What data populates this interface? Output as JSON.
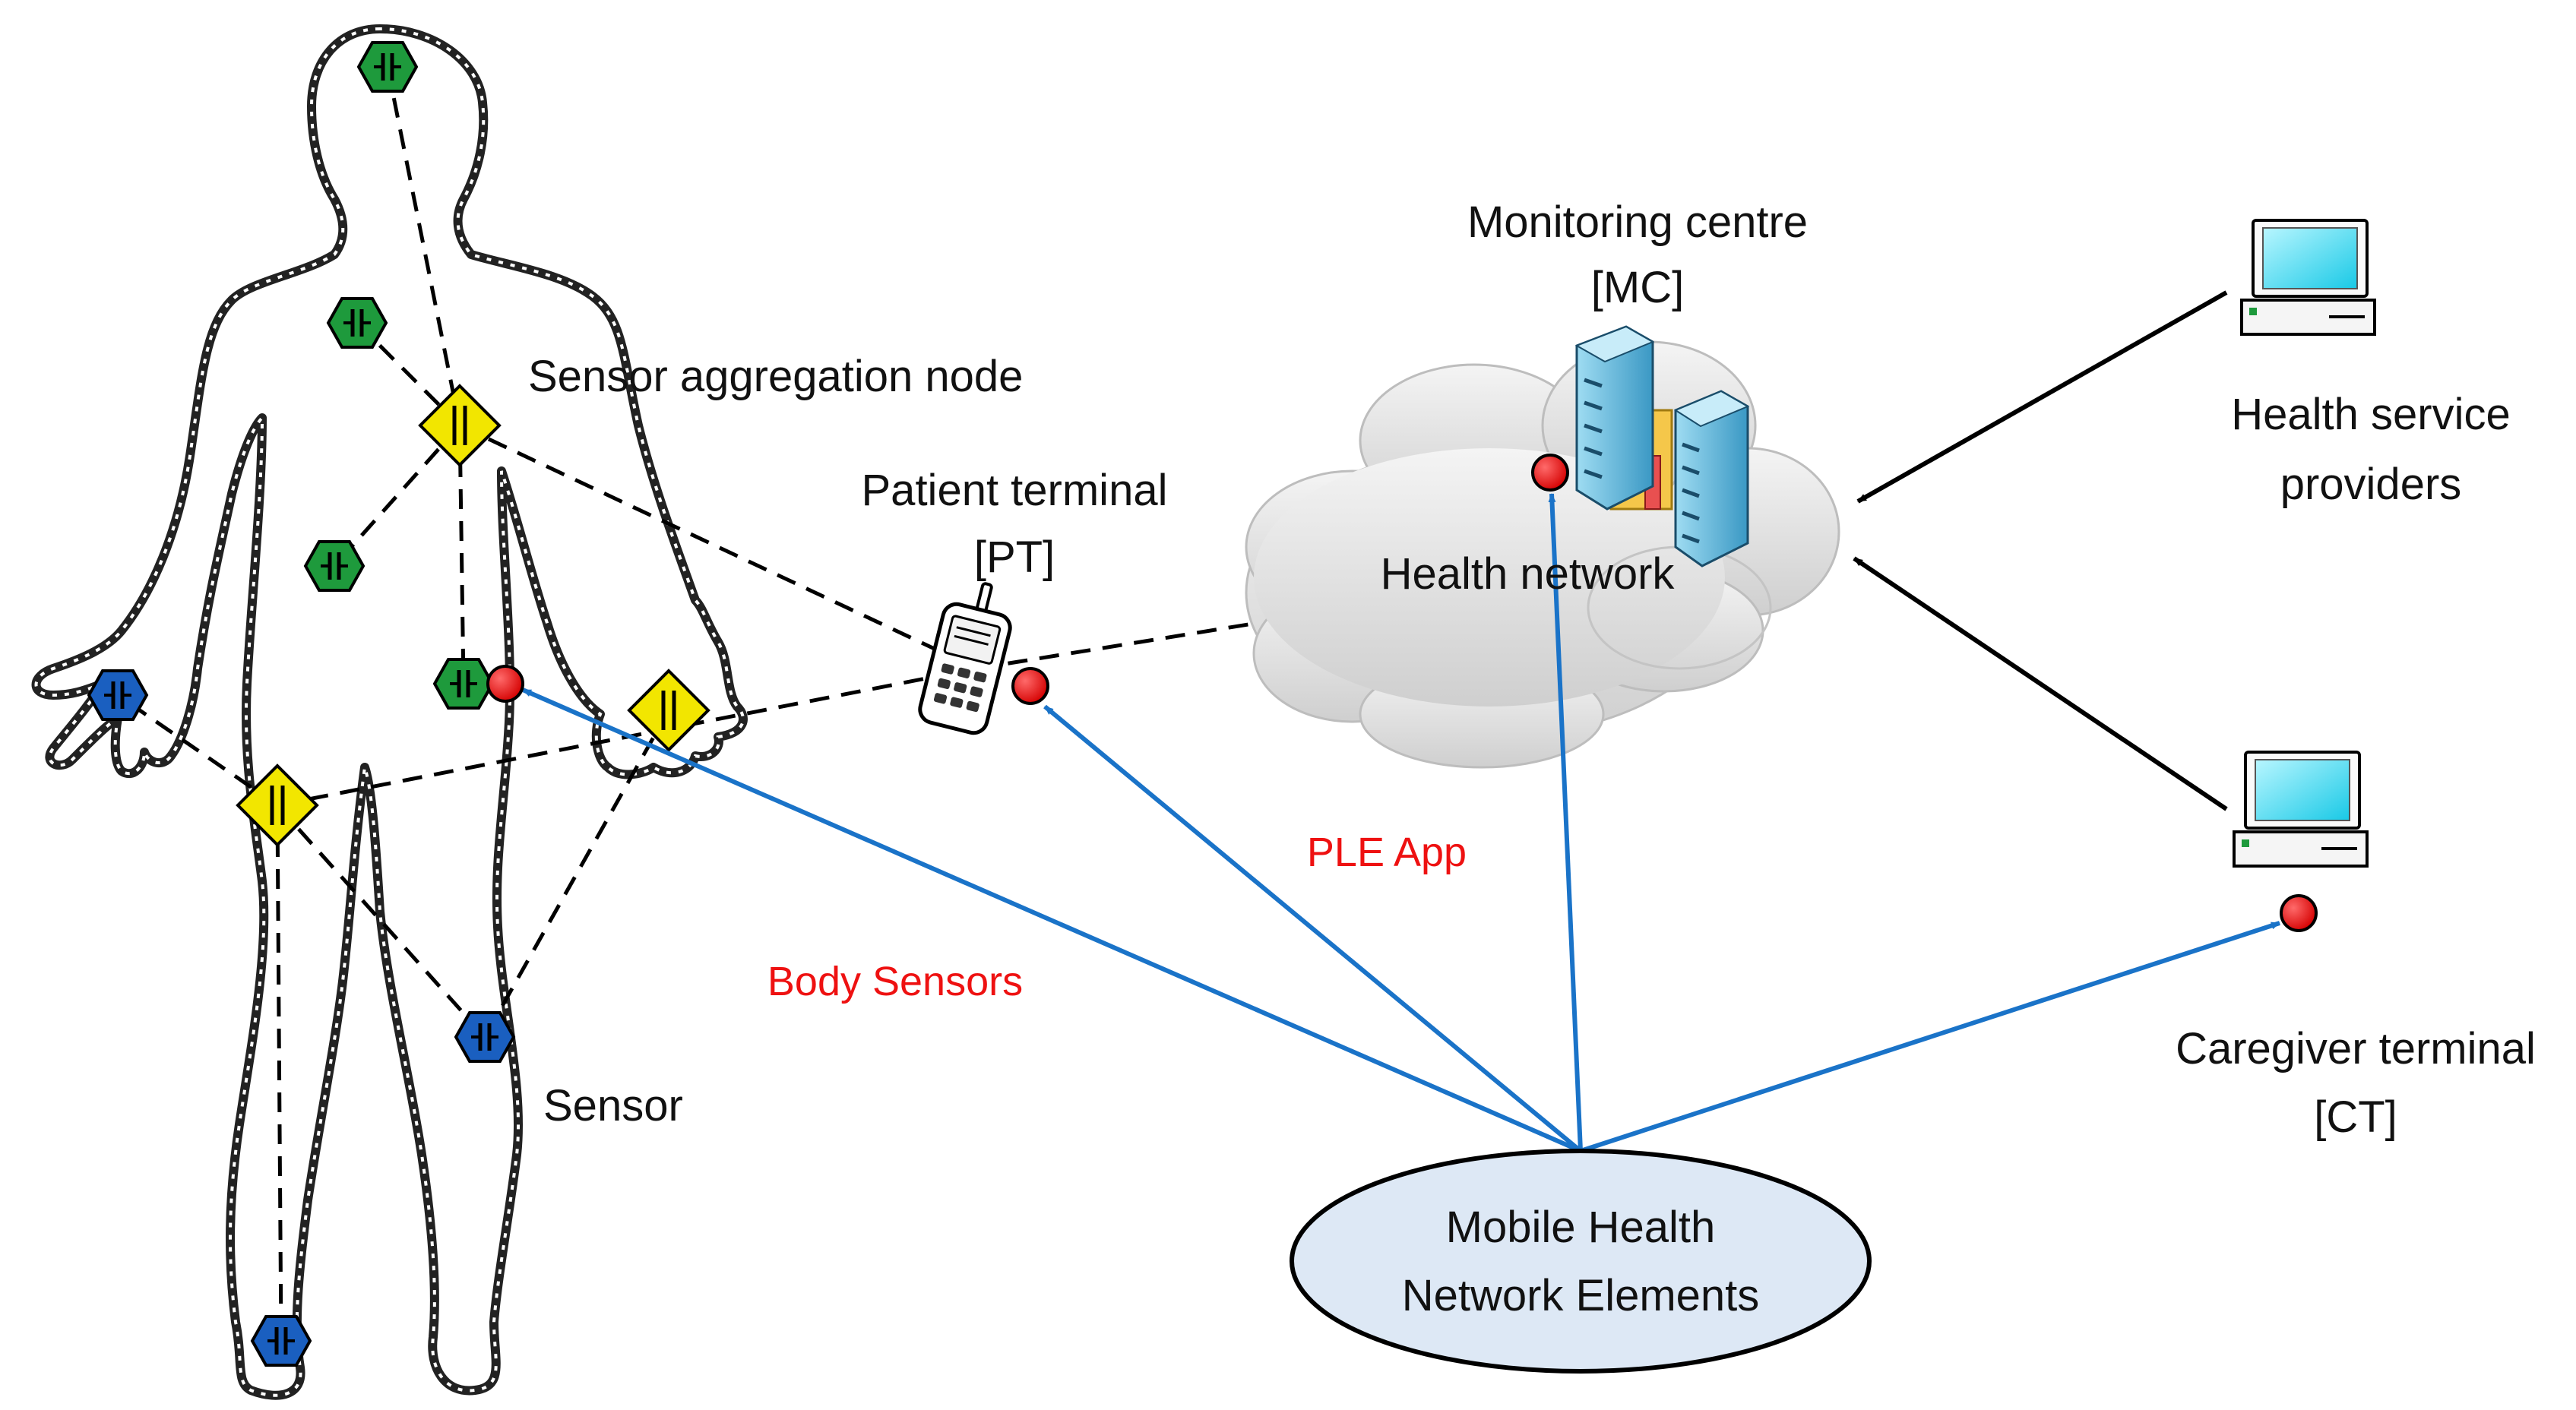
{
  "labels": {
    "sensor_aggregation_node": "Sensor aggregation node",
    "patient_terminal": "Patient terminal",
    "patient_terminal_abbr": "[PT]",
    "monitoring_centre": "Monitoring centre",
    "monitoring_centre_abbr": "[MC]",
    "health_network": "Health network",
    "health_service_providers_line1": "Health service",
    "health_service_providers_line2": "providers",
    "caregiver_terminal": "Caregiver terminal",
    "caregiver_terminal_abbr": "[CT]",
    "sensor": "Sensor",
    "body_sensors": "Body Sensors",
    "ple_app": "PLE App",
    "mobile_health_line1": "Mobile Health",
    "mobile_health_line2": "Network Elements"
  },
  "colors": {
    "blue_arrow": "#1a73c8",
    "black_arrow": "#000000",
    "red_dot": "#e60000",
    "sensor_green": "#1e9a3c",
    "sensor_blue": "#1a5fc0",
    "aggregator_yellow": "#f2e600",
    "ellipse_fill": "#dde8f5",
    "cloud_fill": "#e6e6e6",
    "server_blue": "#5fb8dd",
    "monitor_screen": "#2fd8f0",
    "red_text": "#ee1111"
  }
}
